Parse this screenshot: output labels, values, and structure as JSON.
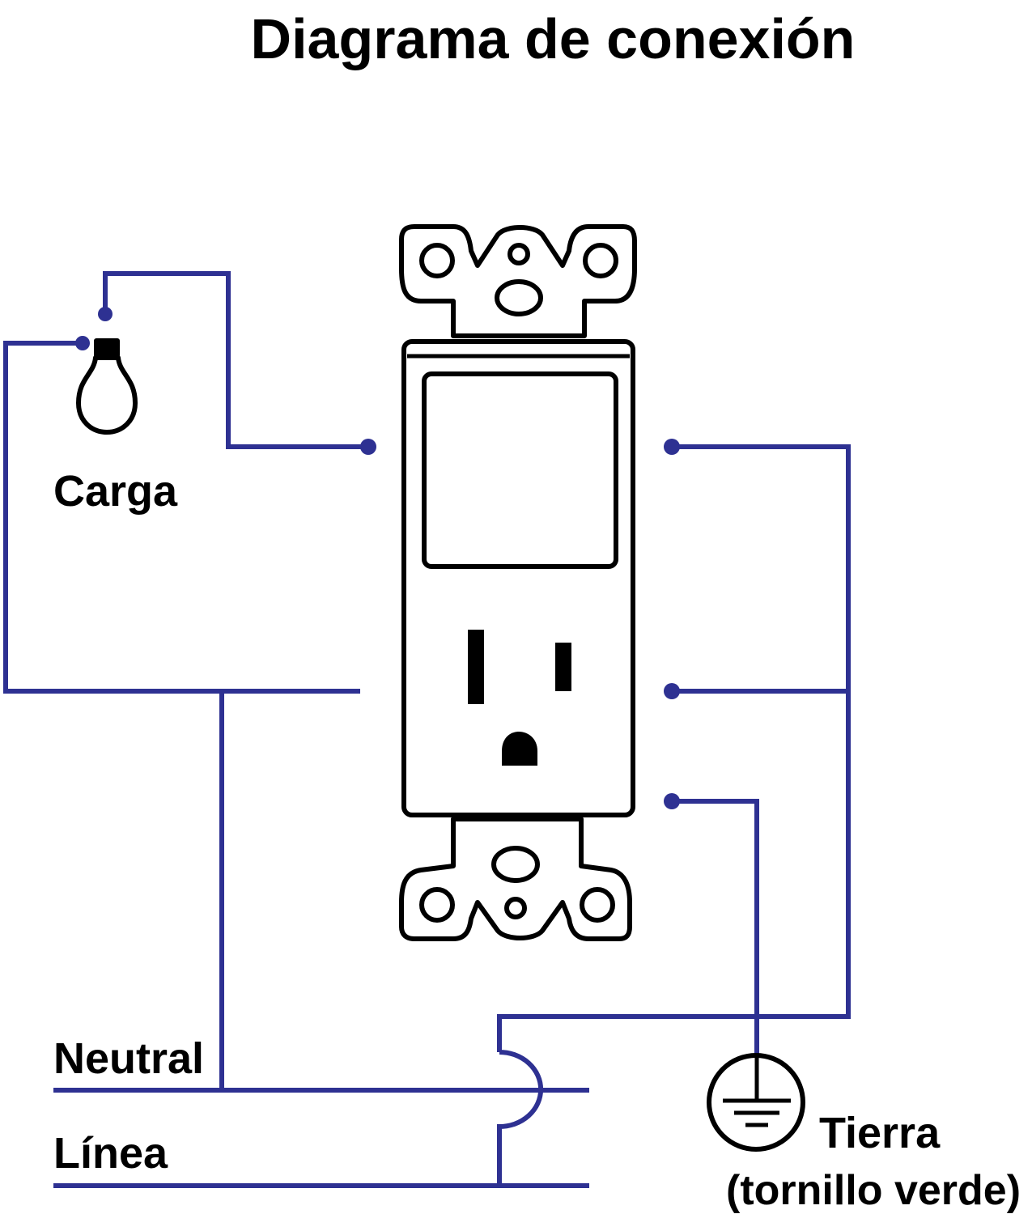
{
  "title": "Diagrama de conexión",
  "labels": {
    "load": "Carga",
    "neutral": "Neutral",
    "line": "Línea",
    "ground": "Tierra",
    "ground_detail": "(tornillo verde)"
  },
  "colors": {
    "wire": "#2e3192",
    "outline": "#000000",
    "background": "#ffffff"
  },
  "icons": {
    "load": "light-bulb-icon",
    "ground": "ground-symbol-icon",
    "device": "switch-outlet-combo-icon"
  }
}
